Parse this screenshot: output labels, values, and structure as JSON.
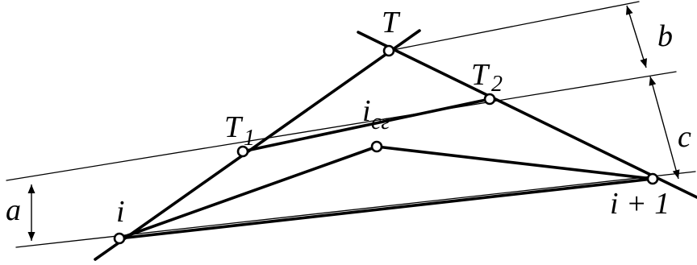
{
  "labels": {
    "T": "T",
    "T1_main": "T",
    "T1_sub": "1",
    "T2_main": "T",
    "T2_sub": "2",
    "icg_main": "i",
    "icg_sub": "cг",
    "i": "i",
    "i_plus_1": "i + 1",
    "a": "a",
    "b": "b",
    "c": "c"
  }
}
